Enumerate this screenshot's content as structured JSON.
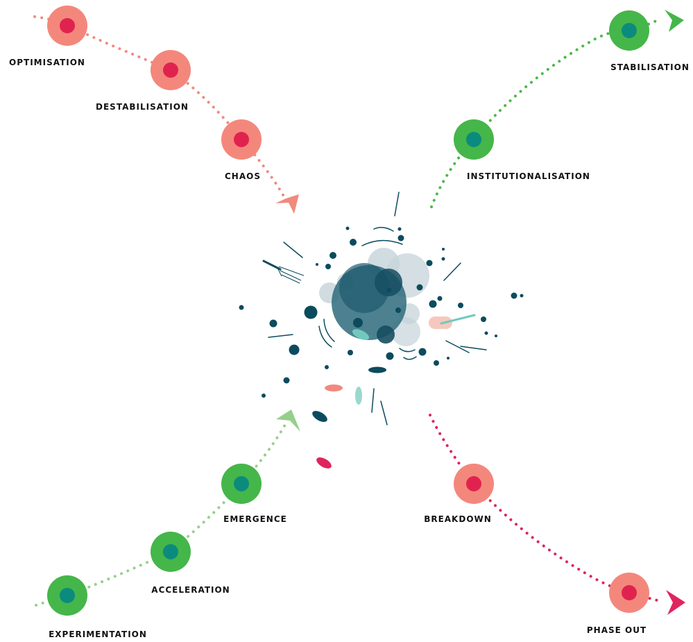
{
  "colors": {
    "red_path": "#f08a7e",
    "red_outer": "#f4877c",
    "red_inner": "#e0234e",
    "green_path": "#4cb848",
    "green_outer": "#45b649",
    "green_inner": "#0b8b7e",
    "light_green": "#96cf8c",
    "magenta": "#e0245e",
    "teal_dark": "#0c4b5e",
    "teal_mid": "#2e6b7c",
    "teal_light": "#c5d3da",
    "aqua": "#71c9bd",
    "salmon": "#f08a7e",
    "peach": "#f6c8bd"
  },
  "stages": {
    "optimisation": "OPTIMISATION",
    "destabilisation": "DESTABILISATION",
    "chaos": "CHAOS",
    "stabilisation": "STABILISATION",
    "institutionalisation": "INSTITUTIONALISATION",
    "emergence": "EMERGENCE",
    "acceleration": "ACCELERATION",
    "experimentation": "EXPERIMENTATION",
    "breakdown": "BREAKDOWN",
    "phase_out": "PHASE OUT"
  }
}
